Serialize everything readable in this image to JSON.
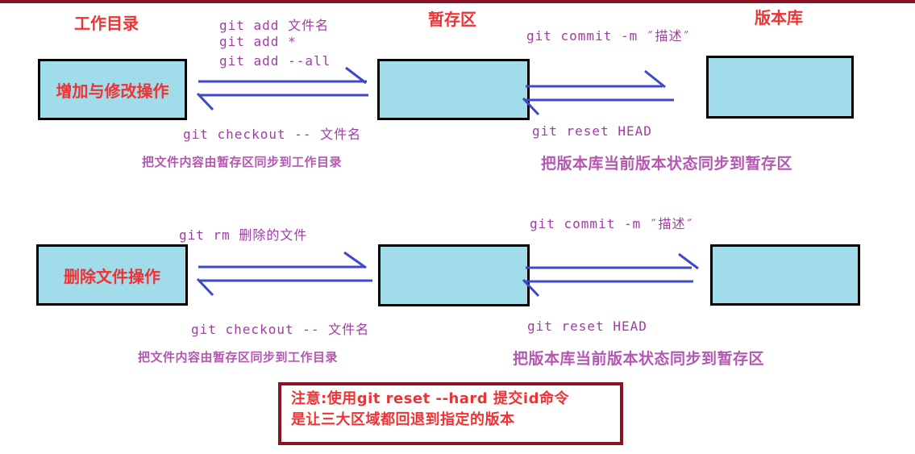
{
  "colors": {
    "box_fill": "#a0dcea",
    "box_border": "#000000",
    "arrow_blue": "#3d49c8",
    "heading_red": "#ee3335",
    "command_purple": "#a23ba5",
    "description_purple": "#b457b0",
    "divider_maroon": "#8c1226",
    "note_border_maroon": "#8c1226",
    "note_text_red": "#ee3335"
  },
  "top_section": {
    "headings": {
      "working_dir": "工作目录",
      "staging_area": "暂存区",
      "repository": "版本库"
    },
    "box_label": "增加与修改操作",
    "add_commands": [
      "git add 文件名",
      "git add *",
      "git add --all"
    ],
    "commit_command": "git commit -m ″描述″",
    "checkout_command": "git checkout -- 文件名",
    "reset_command": "git reset HEAD",
    "checkout_note": "把文件内容由暂存区同步到工作目录",
    "reset_note": "把版本库当前版本状态同步到暂存区"
  },
  "bottom_section": {
    "box_label": "删除文件操作",
    "rm_command": "git rm 删除的文件",
    "commit_command": "git commit -m ″描述″",
    "checkout_command": "git checkout -- 文件名",
    "reset_command": "git reset HEAD",
    "checkout_note": "把文件内容由暂存区同步到工作目录",
    "reset_note": "把版本库当前版本状态同步到暂存区"
  },
  "note_box": {
    "line1": "注意:使用git reset --hard 提交id命令",
    "line2": "是让三大区域都回退到指定的版本"
  }
}
